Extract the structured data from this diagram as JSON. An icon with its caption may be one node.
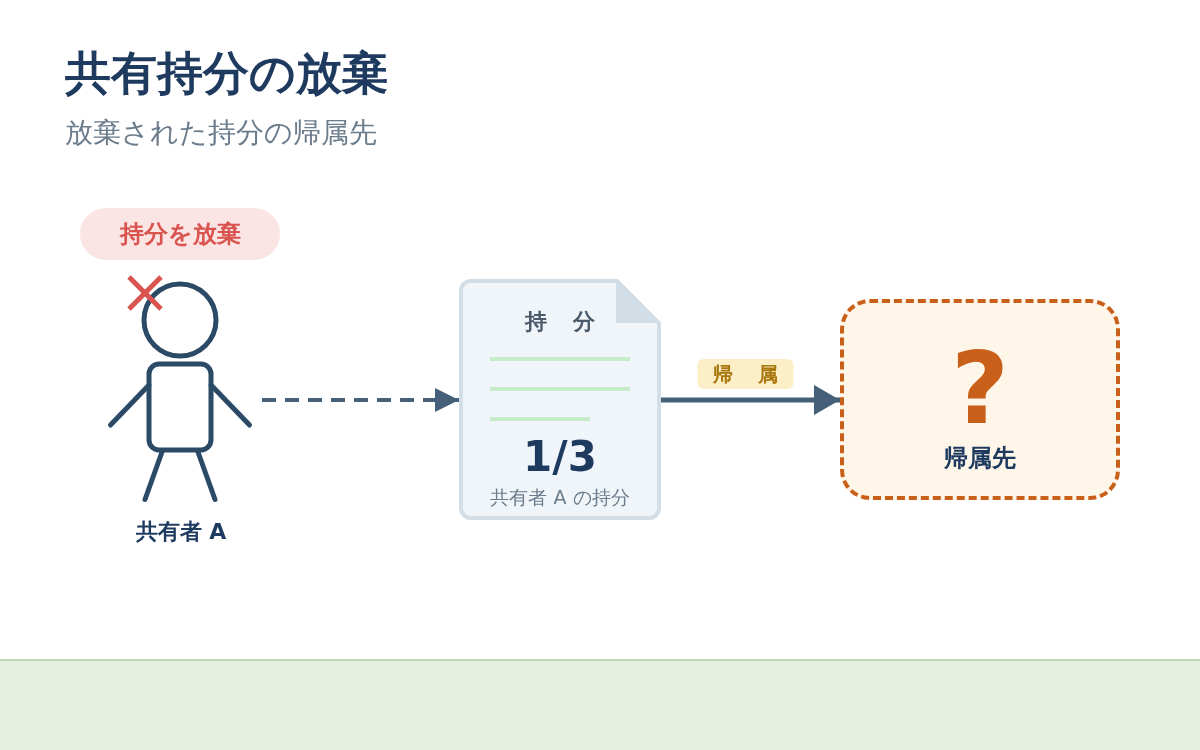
{
  "diagram": {
    "title": "共有持分の放棄",
    "nodes": [
      {
        "text": [
          "持分を放棄"
        ]
      },
      {
        "text": [
          "共有者 A"
        ]
      },
      {
        "text": [
          "持 分",
          "1/3",
          "共有者 A の持分"
        ]
      },
      {
        "text": [
          "?",
          "帰属先"
        ]
      }
    ],
    "edges": [
      {
        "from": 1,
        "to": 2,
        "arrow": "to",
        "style": "dashed"
      },
      {
        "from": 2,
        "to": 3,
        "arrow": "to",
        "label": "帰 属"
      }
    ],
    "labels": [
      "放棄された持分の帰属先"
    ]
  }
}
